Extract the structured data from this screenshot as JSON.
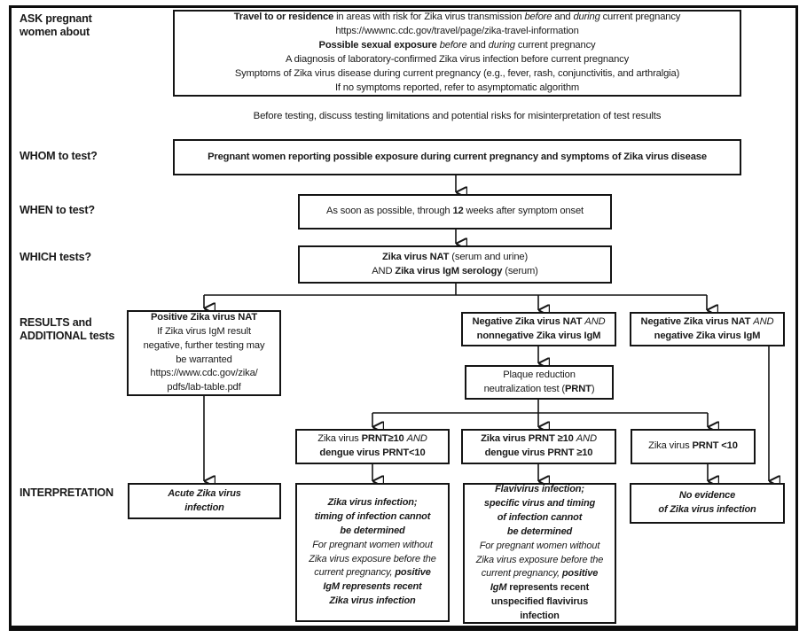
{
  "colors": {
    "ink": "#141414",
    "background": "#ffffff"
  },
  "row_labels": {
    "ask": [
      "ASK pregnant",
      "women about"
    ],
    "whom": [
      "WHOM to test?"
    ],
    "when": [
      "WHEN to test?"
    ],
    "which": [
      "WHICH tests?"
    ],
    "results": [
      "RESULTS and",
      "ADDITIONAL tests"
    ],
    "interpretation": [
      "INTERPRETATION"
    ]
  },
  "boxes": {
    "ask": {
      "lines": [
        [
          {
            "t": "Travel to or residence ",
            "b": true
          },
          {
            "t": "in areas with risk for Zika virus transmission "
          },
          {
            "t": "before",
            "i": true
          },
          {
            "t": " and "
          },
          {
            "t": "during",
            "i": true
          },
          {
            "t": " current pregnancy"
          }
        ],
        [
          {
            "t": "https://wwwnc.cdc.gov/travel/page/zika-travel-information"
          }
        ],
        [
          {
            "t": "Possible sexual exposure ",
            "b": true
          },
          {
            "t": "before",
            "i": true
          },
          {
            "t": " and "
          },
          {
            "t": "during",
            "i": true
          },
          {
            "t": " current pregnancy"
          }
        ],
        [
          {
            "t": "A diagnosis of laboratory-confirmed Zika virus infection before current pregnancy"
          }
        ],
        [
          {
            "t": "Symptoms of Zika virus disease during current pregnancy (e.g., fever, rash, conjunctivitis, and arthralgia)"
          }
        ],
        [
          {
            "t": "If no symptoms reported, refer to asymptomatic algorithm"
          }
        ]
      ]
    },
    "before_note": {
      "text": "Before testing, discuss testing limitations and potential risks for misinterpretation of test results"
    },
    "whom": {
      "lines": [
        [
          {
            "t": "Pregnant women reporting possible exposure during current pregnancy and symptoms of Zika virus disease",
            "b": true
          }
        ]
      ]
    },
    "when": {
      "lines": [
        [
          {
            "t": "As soon as possible, through "
          },
          {
            "t": "12",
            "b": true
          },
          {
            "t": " weeks after symptom onset"
          }
        ]
      ]
    },
    "which": {
      "lines": [
        [
          {
            "t": "Zika virus NAT",
            "b": true
          },
          {
            "t": " (serum and urine)"
          }
        ],
        [
          {
            "t": "AND "
          },
          {
            "t": "Zika virus IgM serology",
            "b": true
          },
          {
            "t": " (serum)"
          }
        ]
      ]
    },
    "positive_nat": {
      "lines": [
        [
          {
            "t": "Positive Zika virus NAT",
            "b": true
          }
        ],
        [
          {
            "t": "If Zika virus IgM result"
          }
        ],
        [
          {
            "t": "negative, further testing may"
          }
        ],
        [
          {
            "t": "be warranted"
          }
        ],
        [
          {
            "t": "https://www.cdc.gov/zika/"
          }
        ],
        [
          {
            "t": "pdfs/lab-table.pdf"
          }
        ]
      ]
    },
    "negative_nat_nonnegative_igm": {
      "lines": [
        [
          {
            "t": "Negative Zika virus NAT ",
            "b": true
          },
          {
            "t": "AND",
            "i": true
          }
        ],
        [
          {
            "t": "nonnegative Zika virus IgM",
            "b": true
          }
        ]
      ]
    },
    "negative_nat_negative_igm": {
      "lines": [
        [
          {
            "t": "Negative Zika virus NAT ",
            "b": true
          },
          {
            "t": "AND",
            "i": true
          }
        ],
        [
          {
            "t": "negative Zika virus IgM",
            "b": true
          }
        ]
      ]
    },
    "prnt": {
      "lines": [
        [
          {
            "t": "Plaque reduction"
          }
        ],
        [
          {
            "t": "neutralization test ("
          },
          {
            "t": "PRNT",
            "b": true
          },
          {
            "t": ")"
          }
        ]
      ]
    },
    "prnt_zika_pos_dengue_neg": {
      "lines": [
        [
          {
            "t": "Zika virus "
          },
          {
            "t": "PRNT≥10",
            "b": true
          },
          {
            "t": " "
          },
          {
            "t": "AND",
            "i": true
          }
        ],
        [
          {
            "t": "dengue virus PRNT<10",
            "b": true
          }
        ]
      ]
    },
    "prnt_zika_pos_dengue_pos": {
      "lines": [
        [
          {
            "t": "Zika virus PRNT ≥10",
            "b": true
          },
          {
            "t": " "
          },
          {
            "t": "AND",
            "i": true
          }
        ],
        [
          {
            "t": "dengue virus PRNT ≥10",
            "b": true
          }
        ]
      ]
    },
    "prnt_zika_neg": {
      "lines": [
        [
          {
            "t": "Zika virus "
          },
          {
            "t": "PRNT <10",
            "b": true
          }
        ]
      ]
    },
    "interp_acute": {
      "lines": [
        [
          {
            "t": "Acute Zika virus",
            "b": true,
            "i": true
          }
        ],
        [
          {
            "t": "infection",
            "b": true,
            "i": true
          }
        ]
      ]
    },
    "interp_zika_timing": {
      "lines": [
        [
          {
            "t": "Zika virus infection;",
            "b": true,
            "i": true
          }
        ],
        [
          {
            "t": "timing of infection cannot",
            "b": true,
            "i": true
          }
        ],
        [
          {
            "t": "be determined",
            "b": true,
            "i": true
          }
        ],
        [
          {
            "t": "For pregnant women without",
            "i": true
          }
        ],
        [
          {
            "t": "Zika virus exposure before the",
            "i": true
          }
        ],
        [
          {
            "t": "current pregnancy, ",
            "i": true
          },
          {
            "t": "positive",
            "b": true,
            "i": true
          }
        ],
        [
          {
            "t": "IgM represents recent",
            "b": true,
            "i": true
          }
        ],
        [
          {
            "t": "Zika virus infection",
            "b": true,
            "i": true
          }
        ]
      ]
    },
    "interp_flavivirus": {
      "lines": [
        [
          {
            "t": "Flavivirus infection;",
            "b": true,
            "i": true
          }
        ],
        [
          {
            "t": "specific virus and timing",
            "b": true,
            "i": true
          }
        ],
        [
          {
            "t": "of infection cannot",
            "b": true,
            "i": true
          }
        ],
        [
          {
            "t": "be determined",
            "b": true,
            "i": true
          }
        ],
        [
          {
            "t": "For pregnant women without",
            "i": true
          }
        ],
        [
          {
            "t": "Zika virus exposure before the",
            "i": true
          }
        ],
        [
          {
            "t": "current pregnancy, ",
            "i": true
          },
          {
            "t": "positive",
            "b": true,
            "i": true
          }
        ],
        [
          {
            "t": "IgM",
            "b": true,
            "i": true
          },
          {
            "t": " represents recent",
            "b": true
          }
        ],
        [
          {
            "t": "unspecified flavivirus",
            "b": true
          }
        ],
        [
          {
            "t": "infection",
            "b": true
          }
        ]
      ]
    },
    "interp_no_evidence": {
      "lines": [
        [
          {
            "t": "No evidence",
            "b": true,
            "i": true
          }
        ],
        [
          {
            "t": "of Zika virus infection",
            "b": true,
            "i": true
          }
        ]
      ]
    }
  }
}
